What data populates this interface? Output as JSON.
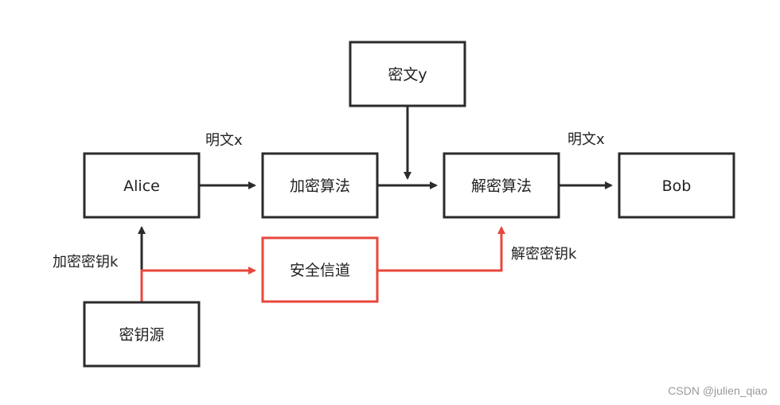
{
  "nodes": {
    "alice": "Alice",
    "encrypt_algo": "加密算法",
    "ciphertext": "密文y",
    "decrypt_algo": "解密算法",
    "bob": "Bob",
    "secure_channel": "安全信道",
    "key_source": "密钥源"
  },
  "labels": {
    "plaintext_left": "明文x",
    "plaintext_right": "明文x",
    "encrypt_key": "加密密钥k",
    "decrypt_key": "解密密钥k"
  },
  "colors": {
    "box_border": "#2b2b2b",
    "arrow_black": "#2b2b2b",
    "secure_red": "#e8473d"
  },
  "watermark": "CSDN @julien_qiao"
}
